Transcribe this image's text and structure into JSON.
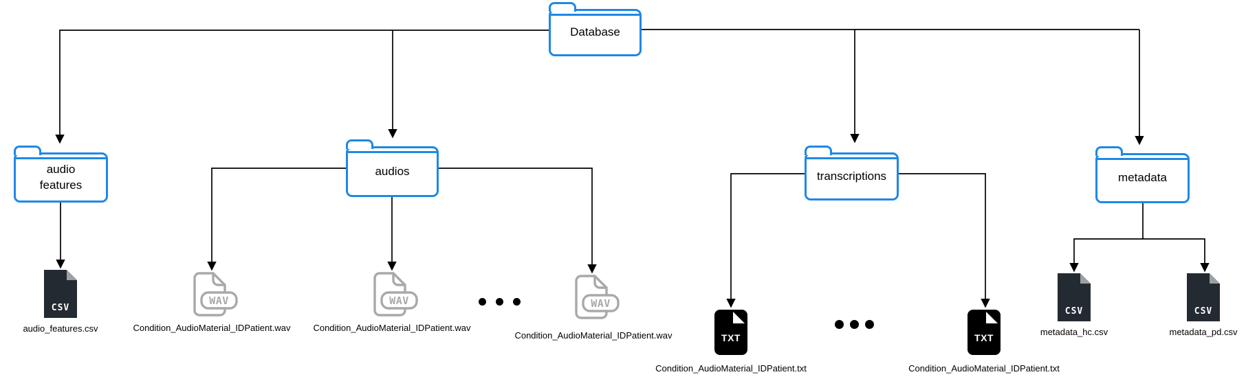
{
  "diagram": {
    "nodes": {
      "database": {
        "label": "Database"
      },
      "audio_features": {
        "label": "audio features"
      },
      "audios": {
        "label": "audios"
      },
      "transcriptions": {
        "label": "transcriptions"
      },
      "metadata": {
        "label": "metadata"
      }
    },
    "files": {
      "audio_features_csv": {
        "label": "audio_features.csv",
        "badge": "CSV"
      },
      "wav_1": {
        "label": "Condition_AudioMaterial_IDPatient.wav",
        "badge": "WAV"
      },
      "wav_2": {
        "label": "Condition_AudioMaterial_IDPatient.wav",
        "badge": "WAV"
      },
      "wav_3": {
        "label": "Condition_AudioMaterial_IDPatient.wav",
        "badge": "WAV"
      },
      "txt_1": {
        "label": "Condition_AudioMaterial_IDPatient.txt",
        "badge": "TXT"
      },
      "txt_2": {
        "label": "Condition_AudioMaterial_IDPatient.txt",
        "badge": "TXT"
      },
      "metadata_hc": {
        "label": "metadata_hc.csv",
        "badge": "CSV"
      },
      "metadata_pd": {
        "label": "metadata_pd.csv",
        "badge": "CSV"
      }
    },
    "colors": {
      "folder_stroke": "#1E88E5",
      "connector": "#000000",
      "csv_fill": "#232A31",
      "csv_fold": "#9AA0A6",
      "wav_stroke": "#A9A9A9",
      "txt_fill": "#000000"
    }
  }
}
